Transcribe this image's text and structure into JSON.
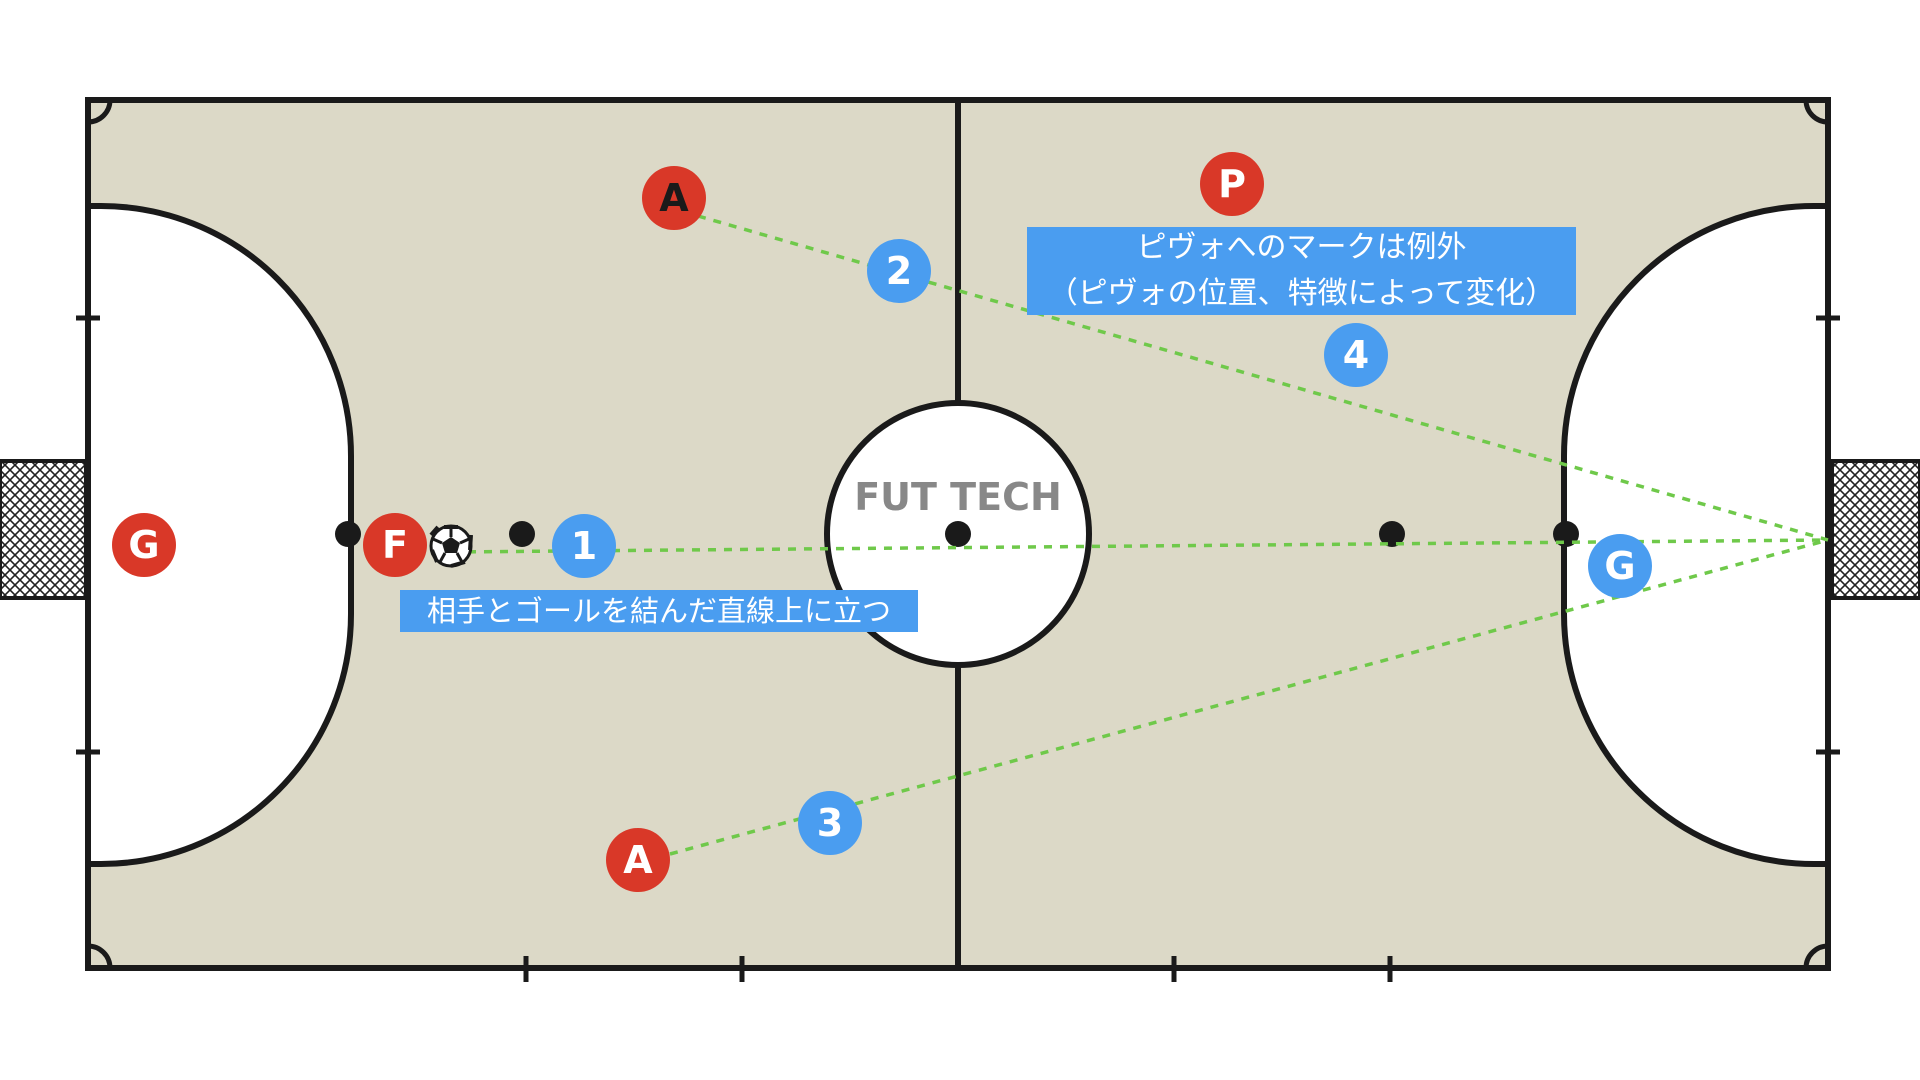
{
  "watermark": "FUT TECH",
  "colors": {
    "court": "#dcd9c7",
    "line": "#1a1a1a",
    "attacker": "#d93828",
    "defender": "#4a9df0",
    "link": "#6fc94a"
  },
  "players": {
    "goalkeeper_left": "G",
    "forward": "F",
    "attacker_top": "A",
    "attacker_bottom": "A",
    "pivot": "P",
    "goalkeeper_right": "G"
  },
  "markers": {
    "m1": "1",
    "m2": "2",
    "m3": "3",
    "m4": "4"
  },
  "notes": {
    "pivot_line1": "ピヴォへのマークは例外",
    "pivot_line2": "（ピヴォの位置、特徴によって変化）",
    "line_note": "相手とゴールを結んだ直線上に立つ"
  }
}
